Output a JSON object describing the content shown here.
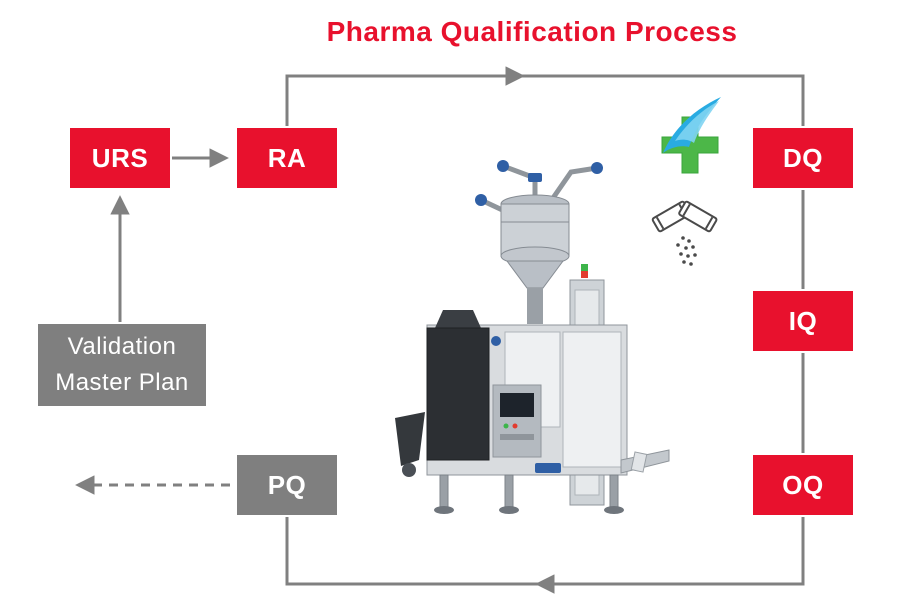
{
  "title": "Pharma Qualification Process",
  "colors": {
    "accent_red": "#E8112D",
    "box_gray": "#7F7F7F",
    "arrow_gray": "#808080"
  },
  "boxes": {
    "urs": "URS",
    "ra": "RA",
    "dq": "DQ",
    "iq": "IQ",
    "oq": "OQ",
    "pq": "PQ",
    "vmp_line1": "Validation",
    "vmp_line2": "Master Plan"
  },
  "flow_order": [
    "URS",
    "RA",
    "DQ",
    "IQ",
    "OQ",
    "PQ"
  ],
  "icons": {
    "medical_cross": "medical-cross-icon",
    "sachet_powder": "sachet-powder-icon",
    "machine": "packaging-machine-illustration"
  }
}
